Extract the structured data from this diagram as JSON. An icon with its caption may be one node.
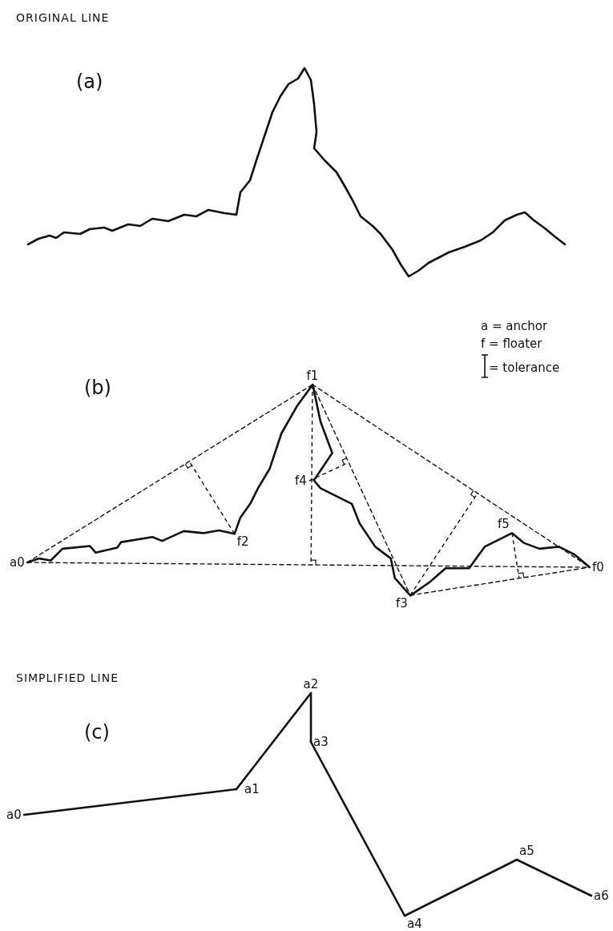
{
  "diagram": {
    "nodes": [
      {
        "text": [
          "a0"
        ]
      },
      {
        "text": [
          "f1"
        ]
      },
      {
        "text": [
          "f2"
        ]
      },
      {
        "text": [
          "f3"
        ]
      },
      {
        "text": [
          "f4"
        ]
      },
      {
        "text": [
          "f5"
        ]
      },
      {
        "text": [
          "f0"
        ]
      },
      {
        "text": [
          "a0"
        ]
      },
      {
        "text": [
          "a1"
        ]
      },
      {
        "text": [
          "a2"
        ]
      },
      {
        "text": [
          "a3"
        ]
      },
      {
        "text": [
          "a4"
        ]
      },
      {
        "text": [
          "a5"
        ]
      },
      {
        "text": [
          "a6"
        ]
      }
    ],
    "edges": [
      {
        "from": 0,
        "to": 1,
        "arrow": "none",
        "style": "dashed"
      },
      {
        "from": 1,
        "to": 6,
        "arrow": "none",
        "style": "dashed"
      },
      {
        "from": 0,
        "to": 6,
        "arrow": "none",
        "style": "dashed"
      },
      {
        "from": 1,
        "to": 3,
        "arrow": "none",
        "style": "dashed"
      },
      {
        "from": 3,
        "to": 6,
        "arrow": "none",
        "style": "dashed"
      },
      {
        "from": 7,
        "to": 8,
        "arrow": "none"
      },
      {
        "from": 8,
        "to": 9,
        "arrow": "none"
      },
      {
        "from": 9,
        "to": 10,
        "arrow": "none"
      },
      {
        "from": 10,
        "to": 11,
        "arrow": "none"
      },
      {
        "from": 11,
        "to": 12,
        "arrow": "none"
      },
      {
        "from": 12,
        "to": 13,
        "arrow": "none"
      }
    ],
    "labels": [
      "ORIGINAL LINE",
      "(a)",
      "(b)",
      "SIMPLIFIED LINE",
      "(c)"
    ],
    "legend": [
      {
        "text": "a = anchor"
      },
      {
        "text": "f = floater"
      },
      {
        "text": "= tolerance"
      }
    ]
  }
}
